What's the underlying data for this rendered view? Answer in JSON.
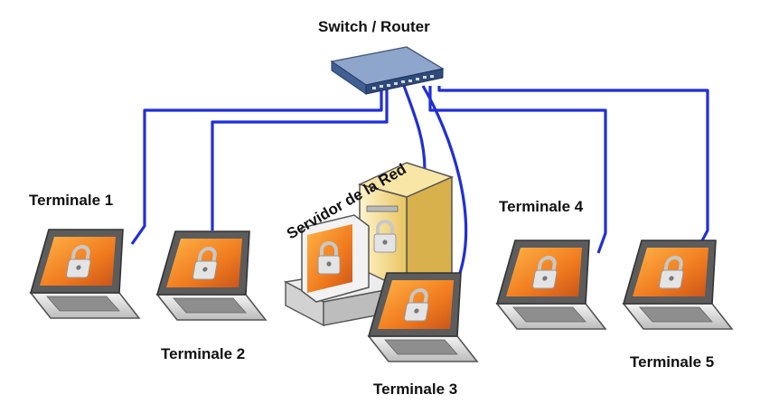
{
  "labels": {
    "switch": "Switch / Router",
    "server": "Servidor de la Red",
    "terminal_1": "Terminale 1",
    "terminal_2": "Terminale 2",
    "terminal_3": "Terminale 3",
    "terminal_4": "Terminale 4",
    "terminal_5": "Terminale 5"
  },
  "colors": {
    "cable": "#1f2fd6",
    "screen": "#f07a1e",
    "case": "#e9e9e9",
    "server_front": "#f3d980"
  },
  "icons": [
    "switch-icon",
    "laptop-icon",
    "padlock-icon",
    "server-tower-icon",
    "monitor-icon"
  ]
}
